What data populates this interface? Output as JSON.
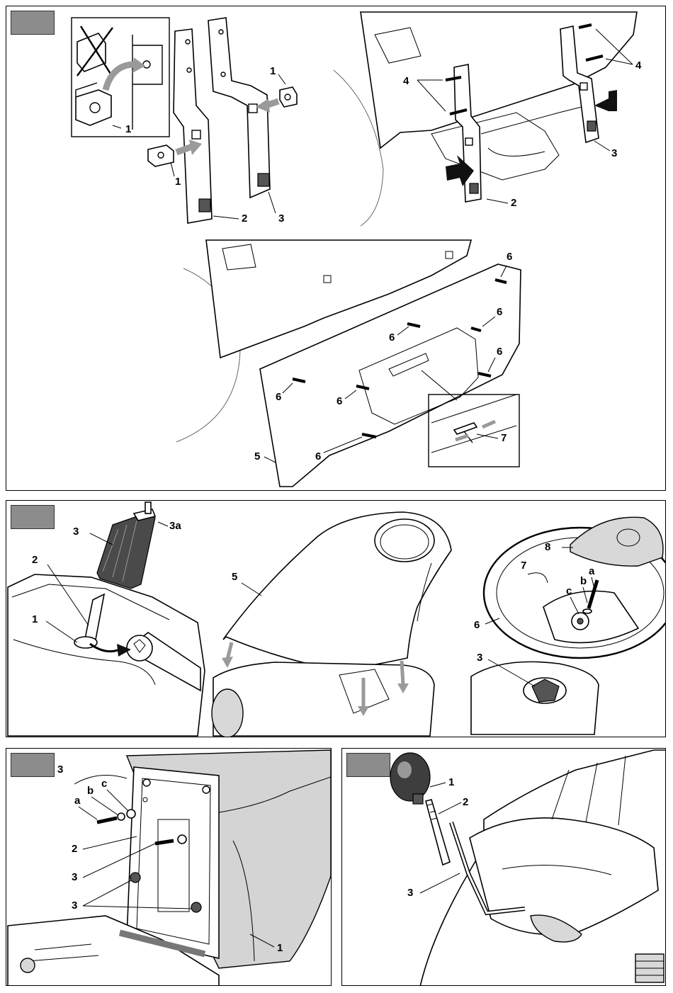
{
  "figure1": {
    "labels": {
      "clip_a": "1",
      "clip_b": "1",
      "clip_c": "1",
      "bracket_left": "2",
      "bracket_right": "3",
      "bolt_upper": "4",
      "bolt_right": "4",
      "bracket_left_installed": "2",
      "bracket_right_installed": "3",
      "screw_1": "6",
      "screw_2": "6",
      "screw_3": "6",
      "screw_4": "6",
      "screw_5": "6",
      "screw_6": "6",
      "screw_7": "6",
      "panel": "5",
      "latch": "7"
    }
  },
  "figure2": {
    "labels": {
      "knob": "3",
      "knob_top": "3a",
      "shaft": "2",
      "nut": "1",
      "cover": "5",
      "cap": "8",
      "group": "7",
      "bolt_a": "a",
      "bolt_b": "b",
      "bolt_c": "c",
      "wheel": "6",
      "hub": "3"
    }
  },
  "figure3": {
    "labels": {
      "group": "3",
      "a": "a",
      "b": "b",
      "c": "c",
      "plate": "2",
      "bolt_mid": "3",
      "bolt_low": "3",
      "seat": "1"
    }
  },
  "figure4": {
    "labels": {
      "knob": "1",
      "rod": "2",
      "lever": "3"
    }
  }
}
